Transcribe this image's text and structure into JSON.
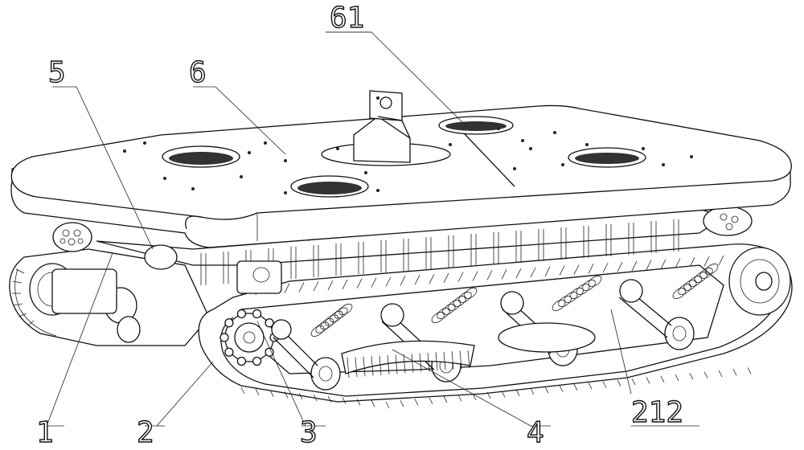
{
  "figure": {
    "labels": [
      "61",
      "5",
      "6",
      "1",
      "2",
      "3",
      "4",
      "212"
    ]
  }
}
